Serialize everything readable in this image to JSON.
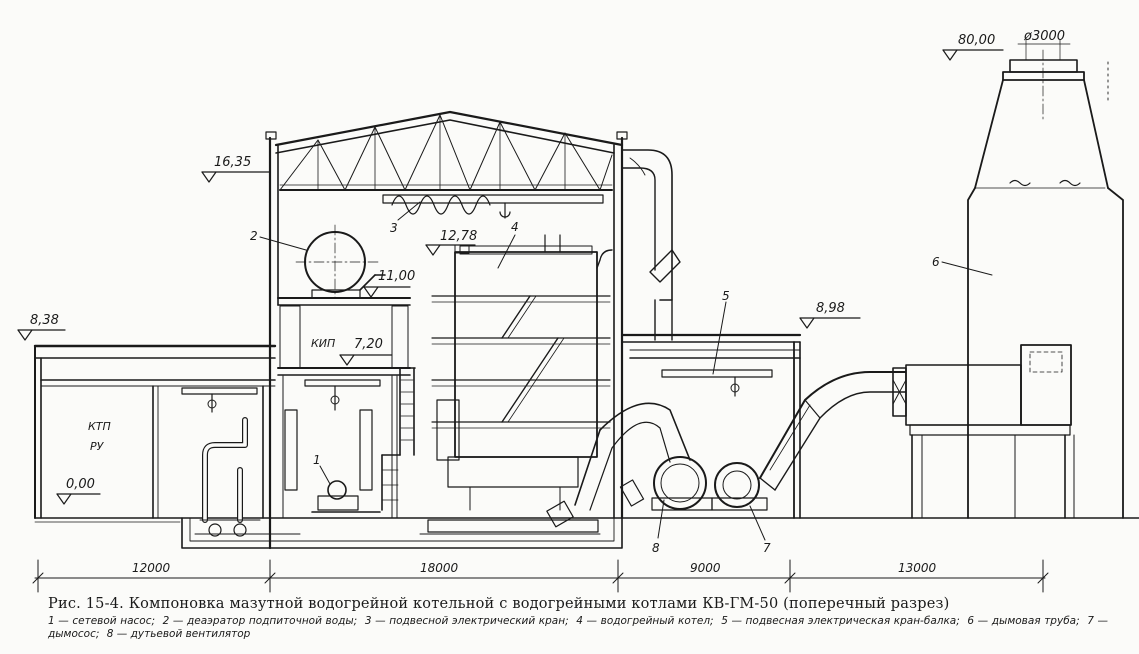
{
  "levels": {
    "chimney_top": "80,00",
    "chimney_diameter": "ø3000",
    "roof_boiler_hall": "16,35",
    "boiler_top": "12,78",
    "deaerator_floor": "11,00",
    "left_annex_roof": "8,38",
    "kip_floor": "7,20",
    "right_annex_roof": "8,98",
    "ground": "0,00"
  },
  "room_labels": {
    "kip": "КИП",
    "ktp_line1": "КТП",
    "ktp_line2": "РУ"
  },
  "numbers": [
    "1",
    "2",
    "3",
    "4",
    "5",
    "6",
    "7",
    "8"
  ],
  "dimensions": [
    "12000",
    "18000",
    "9000",
    "13000"
  ],
  "caption": {
    "title": "Рис. 15-4. Компоновка мазутной водогрейной котельной с водогрейными котлами КВ-ГМ-50 (поперечный разрез)",
    "legend": [
      "1 — сетевой насос;",
      "2 — деаэратор подпиточной воды;",
      "3 — подвесной электрический кран;",
      "4 — водогрейный котел;",
      "5 — подвесная электрическая кран-балка;",
      "6 — дымовая труба;",
      "7 — дымосос;",
      "8 — дутьевой вентилятор"
    ]
  }
}
